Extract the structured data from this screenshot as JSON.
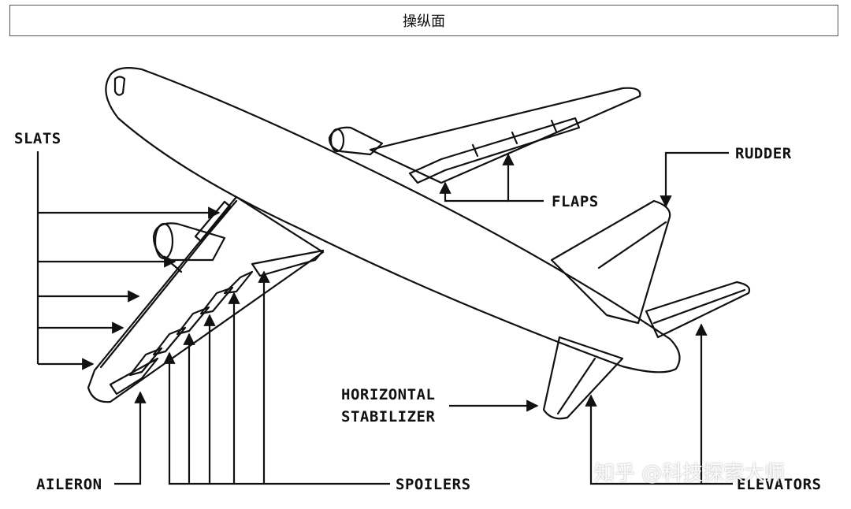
{
  "header": {
    "title": "操纵面"
  },
  "labels": {
    "slats": "SLATS",
    "rudder": "RUDDER",
    "flaps": "FLAPS",
    "horizontal_stabilizer_line1": "HORIZONTAL",
    "horizontal_stabilizer_line2": "STABILIZER",
    "aileron": "AILERON",
    "spoilers": "SPOILERS",
    "elevators": "ELEVATORS"
  },
  "watermark": "知乎 @科技探索大师"
}
